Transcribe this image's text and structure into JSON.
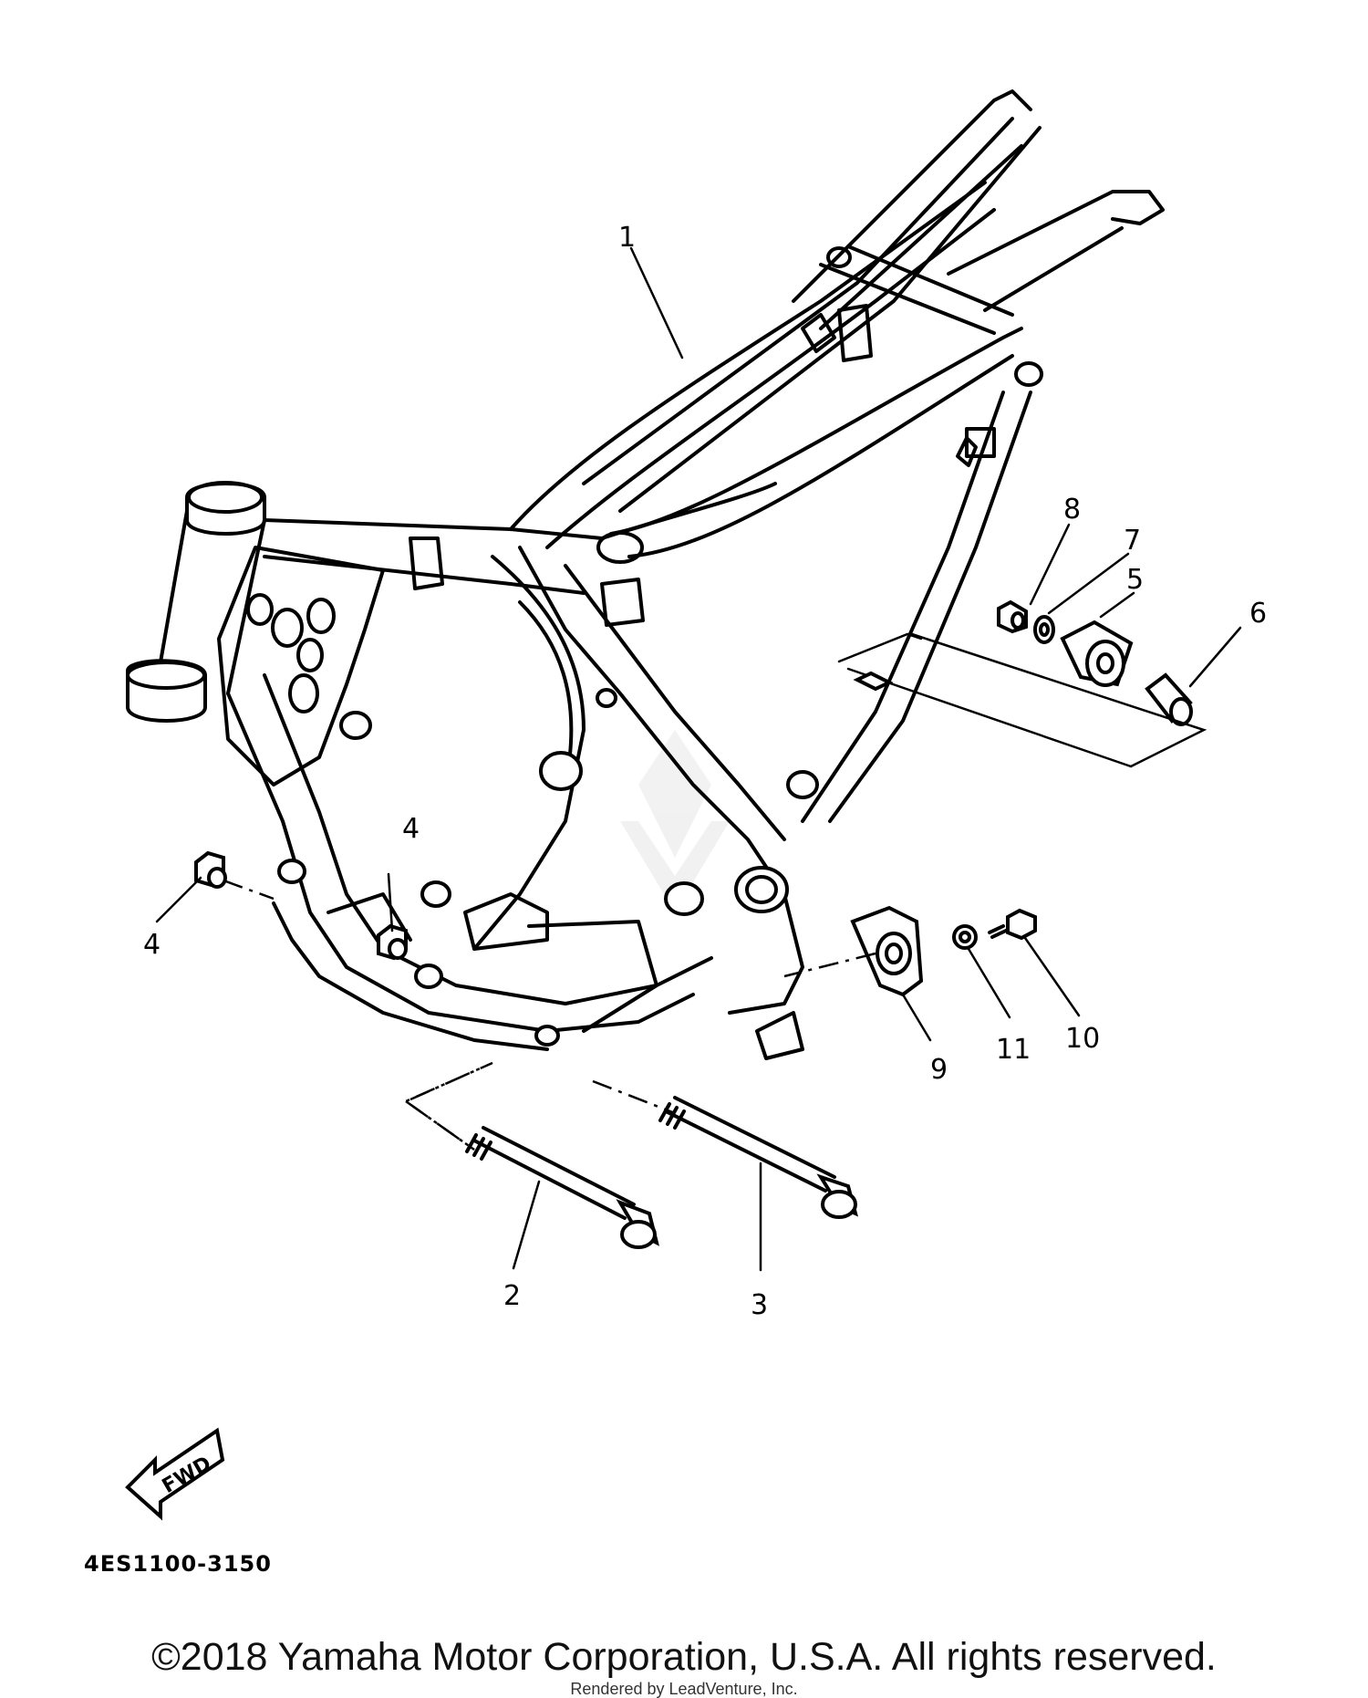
{
  "diagram": {
    "callouts": [
      {
        "id": "1",
        "label": "1"
      },
      {
        "id": "2",
        "label": "2"
      },
      {
        "id": "3",
        "label": "3"
      },
      {
        "id": "4a",
        "label": "4"
      },
      {
        "id": "4b",
        "label": "4"
      },
      {
        "id": "5",
        "label": "5"
      },
      {
        "id": "6",
        "label": "6"
      },
      {
        "id": "7",
        "label": "7"
      },
      {
        "id": "8",
        "label": "8"
      },
      {
        "id": "9",
        "label": "9"
      },
      {
        "id": "10",
        "label": "10"
      },
      {
        "id": "11",
        "label": "11"
      }
    ],
    "fwd_label": "FWD",
    "diagram_code": "4ES1100-3150"
  },
  "footer": {
    "copyright": "©2018 Yamaha Motor Corporation, U.S.A. All rights reserved.",
    "rendered_by": "Rendered by LeadVenture, Inc."
  }
}
